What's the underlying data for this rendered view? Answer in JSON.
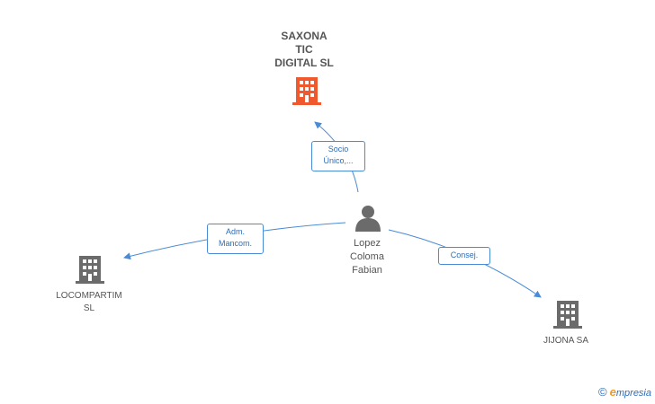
{
  "colors": {
    "main_company": "#f0582e",
    "company": "#6b6b6b",
    "person": "#6b6b6b",
    "edge": "#4a8bd6",
    "label_text": "#555555",
    "brand_orange": "#f39a1e",
    "brand_blue": "#2f6db5"
  },
  "nodes": {
    "main_company": {
      "name": "SAXONA\nTIC\nDIGITAL SL",
      "icon": "building-icon"
    },
    "person": {
      "name": "Lopez\nColoma\nFabian",
      "icon": "person-icon"
    },
    "company_left": {
      "name": "LOCOMPARTIM\nSL",
      "icon": "building-icon"
    },
    "company_right": {
      "name": "JIJONA SA",
      "icon": "building-icon"
    }
  },
  "edges": {
    "to_main": {
      "label": "Socio\nÚnico,..."
    },
    "to_left": {
      "label": "Adm.\nMancom."
    },
    "to_right": {
      "label": "Consej."
    }
  },
  "brand": {
    "copyright": "©",
    "first_letter": "e",
    "rest": "mpresia"
  }
}
